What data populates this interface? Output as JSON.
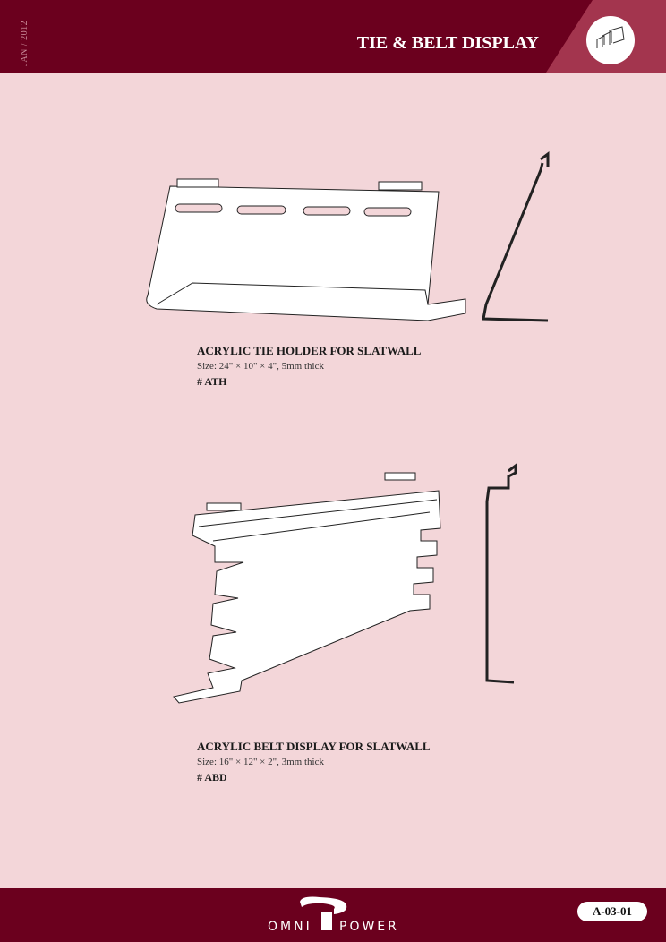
{
  "header": {
    "date": "JAN / 2012",
    "title": "TIE & BELT DISPLAY",
    "icon": "tie-display-icon"
  },
  "products": [
    {
      "name": "ACRYLIC TIE HOLDER FOR SLATWALL",
      "size": "Size: 24\" × 10\" × 4\", 5mm thick",
      "code": "# ATH"
    },
    {
      "name": "ACRYLIC BELT DISPLAY FOR SLATWALL",
      "size": "Size: 16\" × 12\" × 2\", 3mm thick",
      "code": "# ABD"
    }
  ],
  "footer": {
    "logo": "OMNI POWER",
    "page_code": "A-03-01"
  },
  "colors": {
    "primary": "#6b001e",
    "accent": "#a3354e",
    "background": "#f3d6d9"
  }
}
